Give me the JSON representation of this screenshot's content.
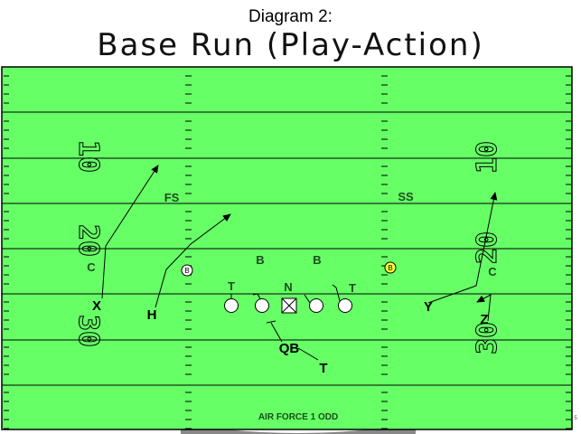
{
  "header": {
    "title": "Diagram 2:",
    "subtitle": "Base Run (Play-Action)"
  },
  "colors": {
    "field": "#66ff66",
    "line": "#000000",
    "highlight_defender": "#ffff33"
  },
  "field": {
    "yard_numbers_left": [
      "10",
      "20",
      "30"
    ],
    "yard_numbers_right": [
      "10",
      "20",
      "30"
    ],
    "formation_label": "AIR FORCE 1 ODD"
  },
  "defense": {
    "fs": "FS",
    "ss": "SS",
    "corner_left": "C",
    "corner_right": "C",
    "backer1": "B",
    "backer2": "B",
    "tackle_left": "T",
    "nose": "N",
    "tackle_right": "T",
    "blitz_left": "B",
    "blitz_right": "B"
  },
  "offense": {
    "x": "X",
    "h": "H",
    "y": "Y",
    "z": "Z",
    "qb": "QB",
    "tailback": "T"
  },
  "page_number": "5"
}
